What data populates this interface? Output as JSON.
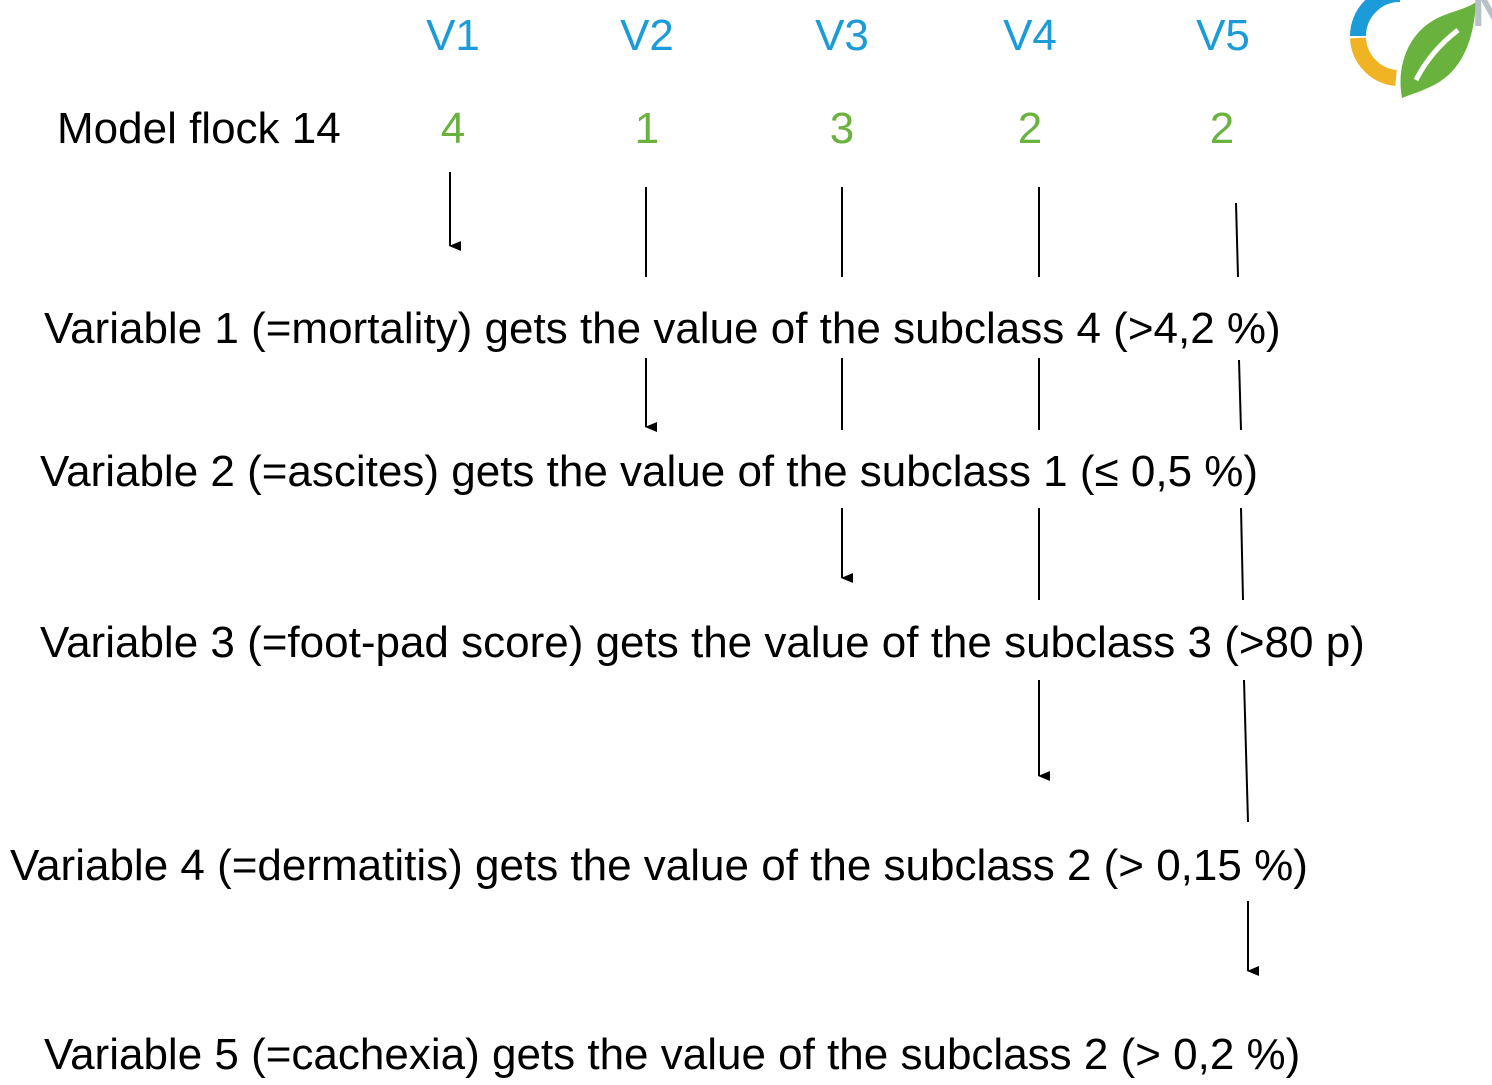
{
  "headers": [
    "V1",
    "V2",
    "V3",
    "V4",
    "V5"
  ],
  "flock": {
    "label": "Model flock 14",
    "values": [
      "4",
      "1",
      "3",
      "2",
      "2"
    ]
  },
  "lines": [
    "Variable 1 (=mortality) gets the value of the subclass 4 (>4,2 %)",
    "Variable 2 (=ascites) gets the value of the subclass 1 (≤ 0,5 %)",
    "Variable 3 (=foot-pad score) gets the value of the subclass 3 (>80 p)",
    "Variable 4 (=dermatitis) gets the value of the subclass 2 (> 0,15 %)",
    "Variable 5 (=cachexia) gets the value of the subclass 2 (> 0,2 %)"
  ],
  "colors": {
    "header": "#1b9bd7",
    "value": "#6ab23e",
    "text": "#000000",
    "logo_blue": "#1b9bd7",
    "logo_yellow": "#f0b323",
    "logo_green": "#6ab23e"
  },
  "logo": {
    "icon": "ring-leaf-logo",
    "partial_letter": "N"
  }
}
